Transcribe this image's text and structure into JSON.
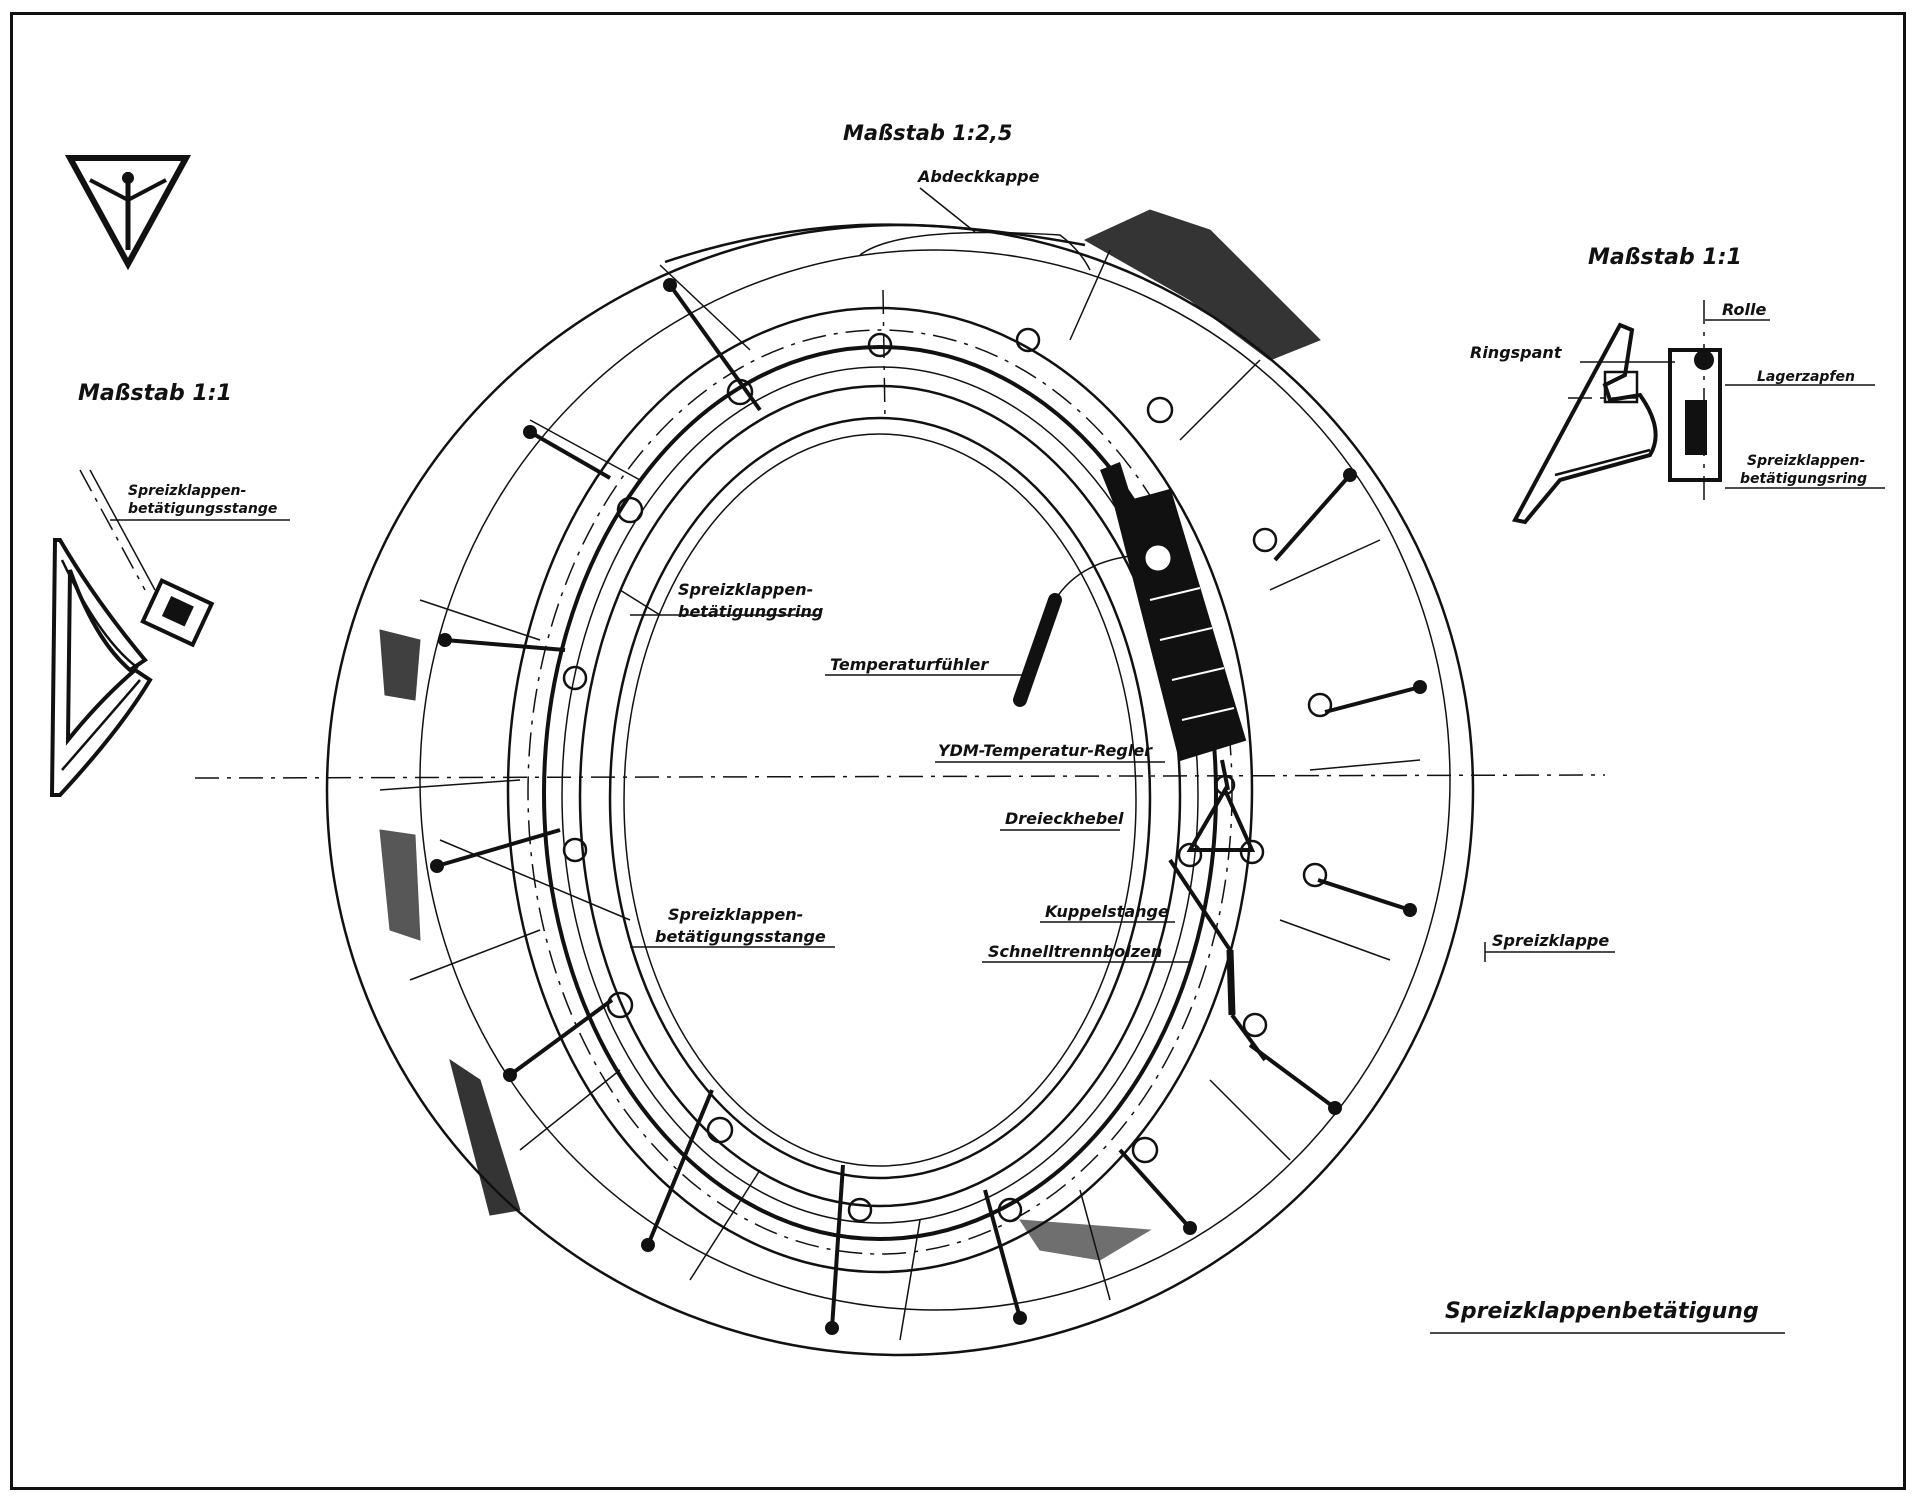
{
  "title": "Spreizklappenbetätigung",
  "scales": {
    "center": "Maßstab 1:2,5",
    "left": "Maßstab 1:1",
    "right": "Maßstab 1:1"
  },
  "labels": {
    "abdeckkappe": "Abdeckkappe",
    "spreiz_ring": [
      "Spreizklappen-",
      "betätigungsring"
    ],
    "temperaturfuehler": "Temperaturfühler",
    "regler": "YDM-Temperatur-Regler",
    "dreieckhebel": "Dreieckhebel",
    "spreiz_stange": [
      "Spreizklappen-",
      "betätigungsstange"
    ],
    "kuppelstange": "Kuppelstange",
    "schnelltrennbolzen": "Schnelltrennbolzen",
    "spreizklappe": "Spreizklappe"
  },
  "left_detail": {
    "stange": [
      "Spreizklappen-",
      "betätigungsstange"
    ]
  },
  "right_detail": {
    "ringspant": "Ringspant",
    "rolle": "Rolle",
    "lagerzapfen": "Lagerzapfen",
    "ring": [
      "Spreizklappen-",
      "betätigungsring"
    ]
  }
}
